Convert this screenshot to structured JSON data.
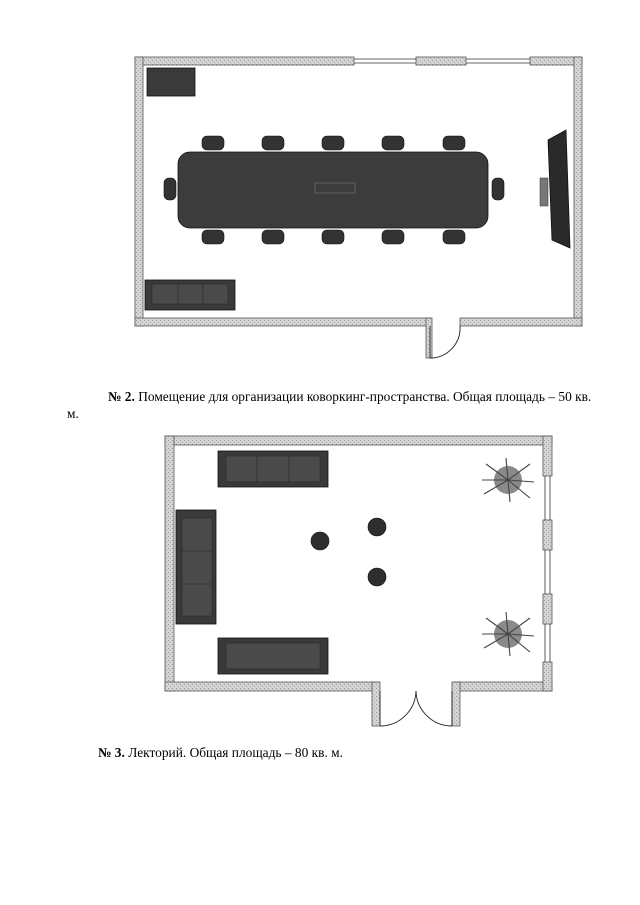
{
  "captions": {
    "room2": {
      "number": "№ 2.",
      "text": " Помещение для организации коворкинг-пространства. Общая площадь – 50 кв.",
      "tail": "м."
    },
    "room3": {
      "number": "№ 3.",
      "text": " Лекторий. Общая площадь – 80 кв. м."
    }
  },
  "colors": {
    "wall": "#bdbdbd",
    "furniture": "#3a3a3a",
    "furniture_dark": "#222222",
    "plant": "#555555"
  }
}
